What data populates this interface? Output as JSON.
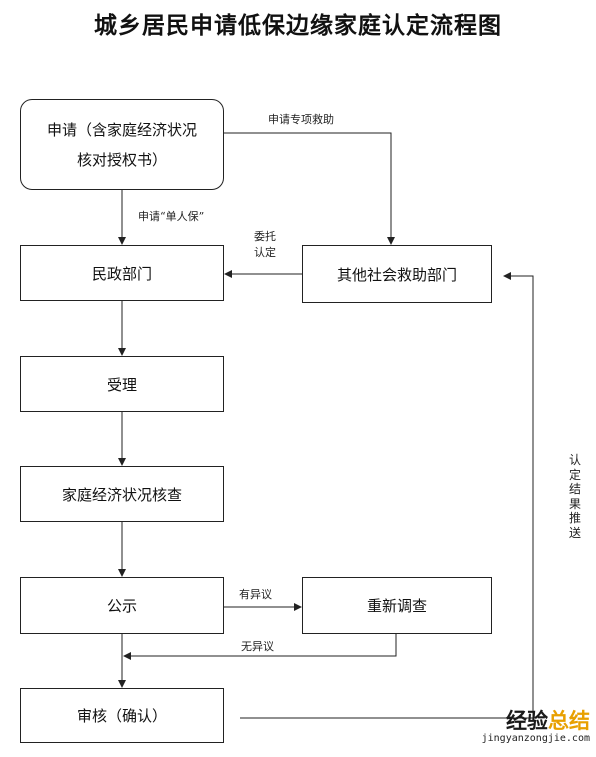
{
  "title": "城乡居民申请低保边缘家庭认定流程图",
  "nodes": {
    "apply_line1": "申请（含家庭经济状况",
    "apply_line2": "核对授权书）",
    "civil_affairs": "民政部门",
    "other_rescue": "其他社会救助部门",
    "accept": "受理",
    "verify": "家庭经济状况核查",
    "publicity": "公示",
    "reinvestigate": "重新调查",
    "review": "审核（确认）"
  },
  "edges": {
    "special_assistance": "申请专项救助",
    "single_person": "申请“单人保”",
    "entrust_line1": "委托",
    "entrust_line2": "认定",
    "has_objection": "有异议",
    "no_objection": "无异议",
    "result_push": "认定结果推送"
  },
  "watermark": {
    "main": "经验",
    "accent": "总结",
    "url": "jingyanzongjie.com"
  }
}
